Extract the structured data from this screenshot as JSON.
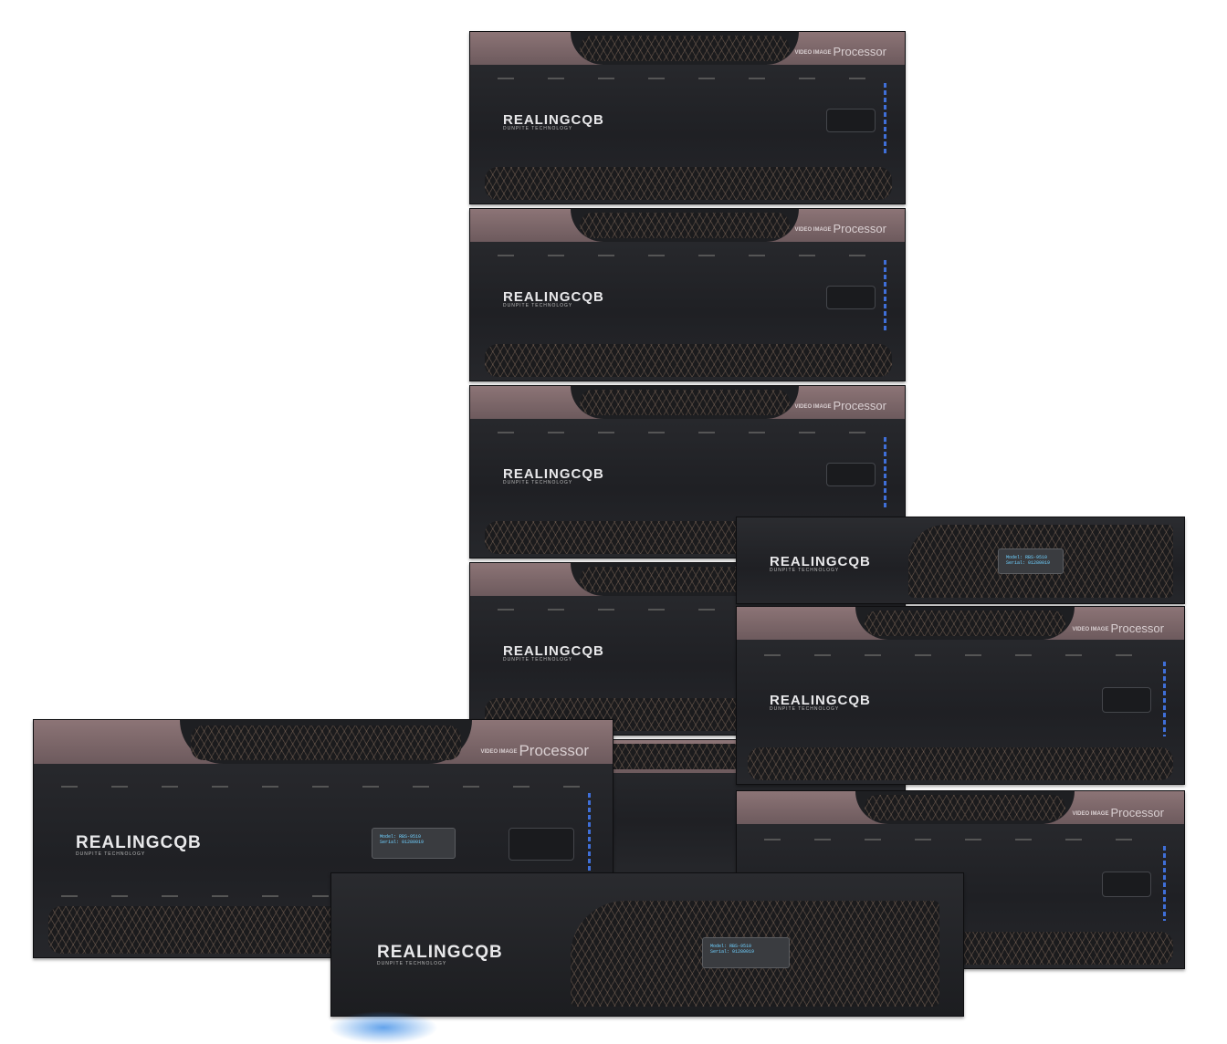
{
  "product": {
    "brand_logo": "REALINGCQB",
    "brand_sub": "DUNPITE TECHNOLOGY",
    "series_label_small": "VIDEO IMAGE",
    "series_label": "Processor",
    "lcd_line1": "Model: RBS-9510",
    "lcd_line2": "Serial: 01280019"
  },
  "colors": {
    "chassis": "#222327",
    "accent_band": "#8c7476",
    "led": "#3f6fd8",
    "lcd_text": "#6fd0ff"
  }
}
